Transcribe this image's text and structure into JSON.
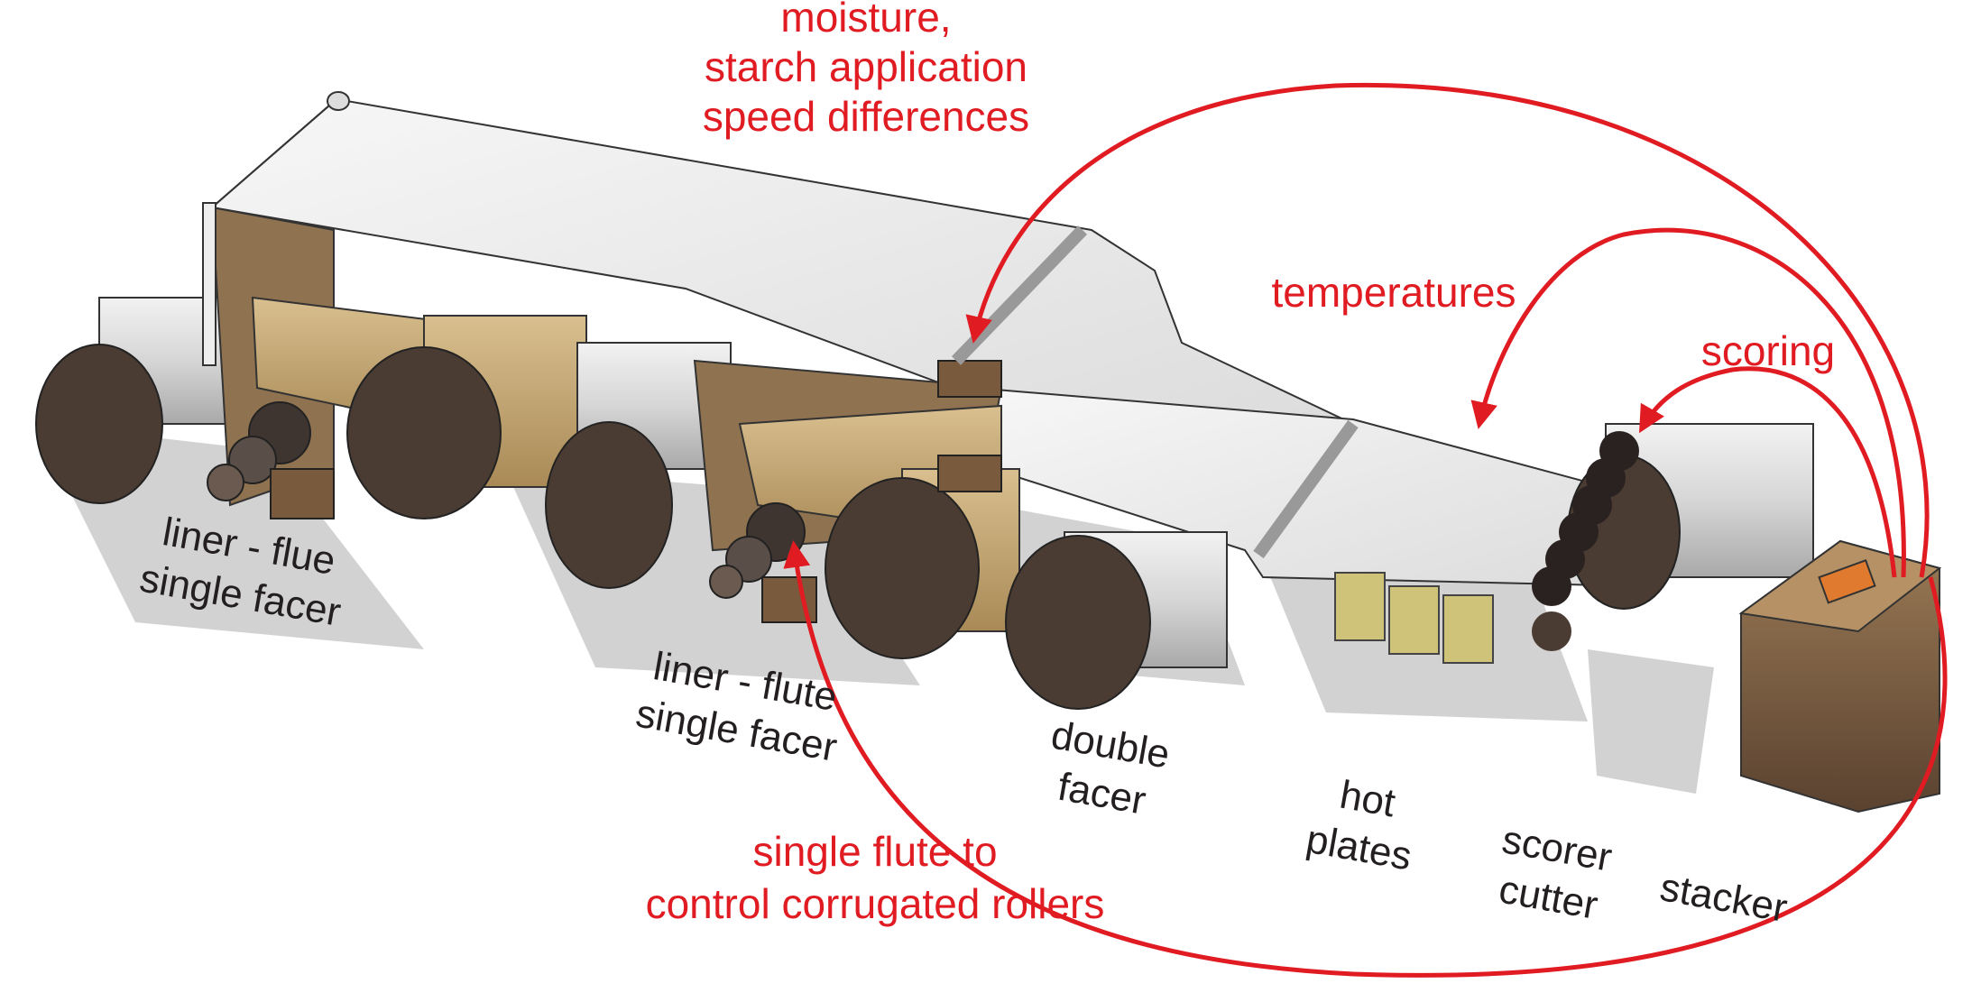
{
  "machine_labels": {
    "liner_flue_single_facer": [
      "liner - flue",
      "single facer"
    ],
    "liner_flute_single_facer": [
      "liner - flute",
      "single facer"
    ],
    "double_facer": [
      "double",
      "facer"
    ],
    "hot_plates": [
      "hot",
      "plates"
    ],
    "scorer_cutter": [
      "scorer",
      "cutter"
    ],
    "stacker": [
      "stacker"
    ]
  },
  "feedback_labels": {
    "moisture": [
      "moisture,",
      "starch application",
      "speed differences"
    ],
    "temperatures": [
      "temperatures"
    ],
    "scoring": [
      "scoring"
    ],
    "single_flute": [
      "single flute to",
      "control corrugated rollers"
    ]
  },
  "colors": {
    "feedback_arrow": "#e01b22",
    "label_text": "#231f20",
    "paper_web": "#eeeeee",
    "kraft": "#c4a573",
    "roll_face": "#4a3c33",
    "hot_plate": "#cfc37a",
    "shadow": "#cfcfcf"
  }
}
